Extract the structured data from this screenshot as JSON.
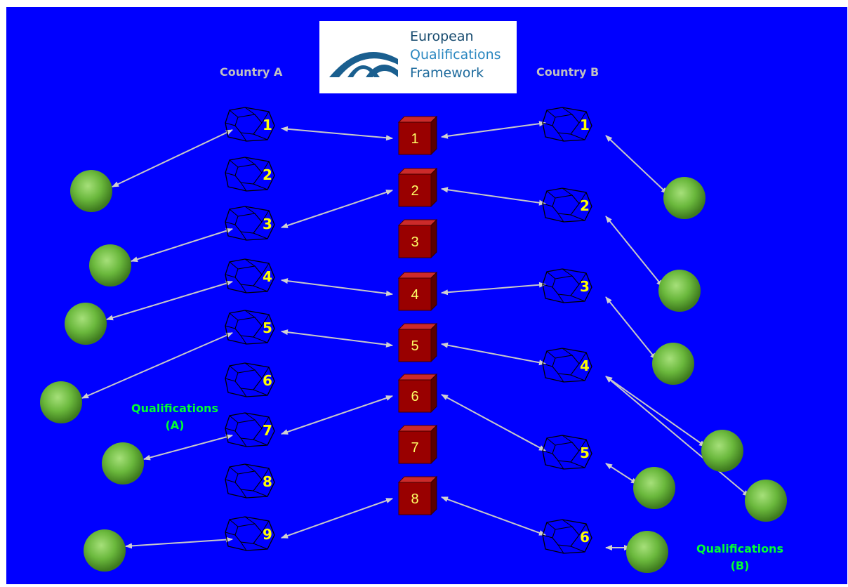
{
  "logo": {
    "line1": "European",
    "line2": "Qualifications",
    "line3": "Framework"
  },
  "country_a": "Country A",
  "country_b": "Country B",
  "qualifications_a": {
    "line1": "Qualifications",
    "line2": "(A)"
  },
  "qualifications_b": {
    "line1": "Qualifications",
    "line2": "(B)"
  },
  "eqf_levels": [
    "1",
    "2",
    "3",
    "4",
    "5",
    "6",
    "7",
    "8"
  ],
  "country_a_levels": [
    "1",
    "2",
    "3",
    "4",
    "5",
    "6",
    "7",
    "8",
    "9"
  ],
  "country_b_levels": [
    "1",
    "2",
    "3",
    "4",
    "5",
    "6"
  ],
  "links_a_to_eqf": [
    [
      "1",
      "1"
    ],
    [
      "3",
      "2"
    ],
    [
      "4",
      "4"
    ],
    [
      "5",
      "5"
    ],
    [
      "7",
      "6"
    ],
    [
      "9",
      "8"
    ]
  ],
  "links_b_to_eqf": [
    [
      "1",
      "1"
    ],
    [
      "2",
      "2"
    ],
    [
      "3",
      "4"
    ],
    [
      "4",
      "5"
    ],
    [
      "5",
      "6"
    ],
    [
      "6",
      "8"
    ]
  ],
  "colors": {
    "background": "#0000ff",
    "cube": "#990000",
    "level_number": "#ffff00",
    "qualification_sphere": "#66bb33",
    "qualification_label": "#00ff33",
    "country_label": "#c0c0c0",
    "arrow": "#c8c8c8"
  },
  "icons": {
    "eqf_level": "red-cube-icon",
    "national_level": "wireframe-polyhedron-icon",
    "qualification": "green-sphere-icon"
  }
}
